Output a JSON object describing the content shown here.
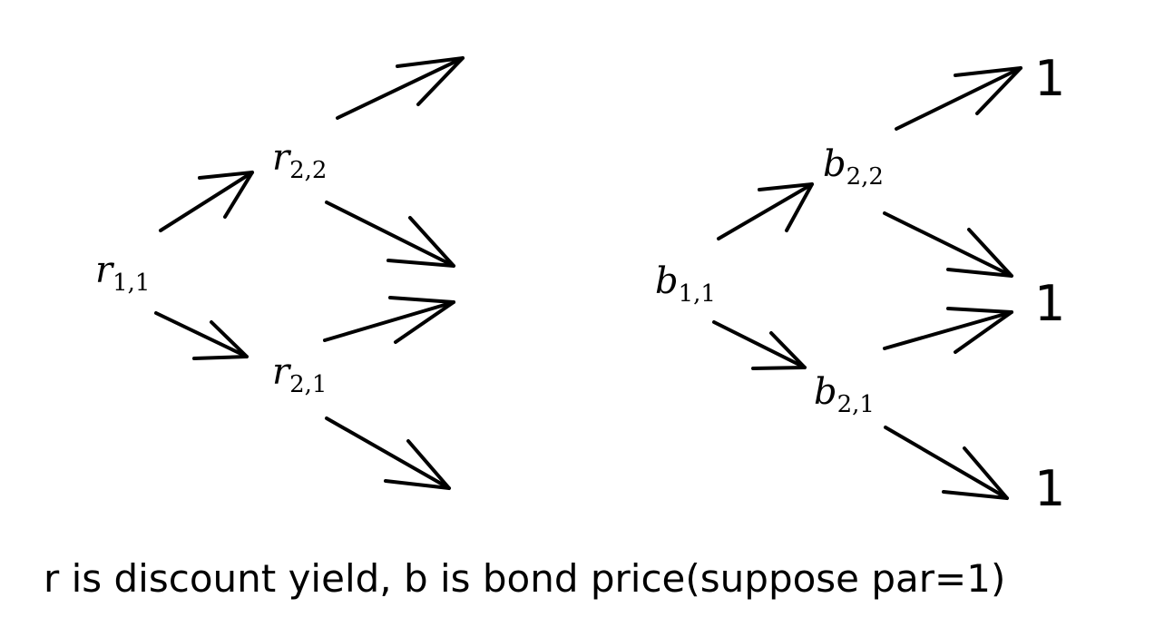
{
  "left_tree": {
    "root": {
      "symbol": "r",
      "subscript": "1,1"
    },
    "up": {
      "symbol": "r",
      "subscript": "2,2"
    },
    "down": {
      "symbol": "r",
      "subscript": "2,1"
    }
  },
  "right_tree": {
    "root": {
      "symbol": "b",
      "subscript": "1,1"
    },
    "up": {
      "symbol": "b",
      "subscript": "2,2"
    },
    "down": {
      "symbol": "b",
      "subscript": "2,1"
    },
    "leaves": [
      "1",
      "1",
      "1"
    ]
  },
  "caption": "r is discount yield, b is bond price(suppose par=1)"
}
